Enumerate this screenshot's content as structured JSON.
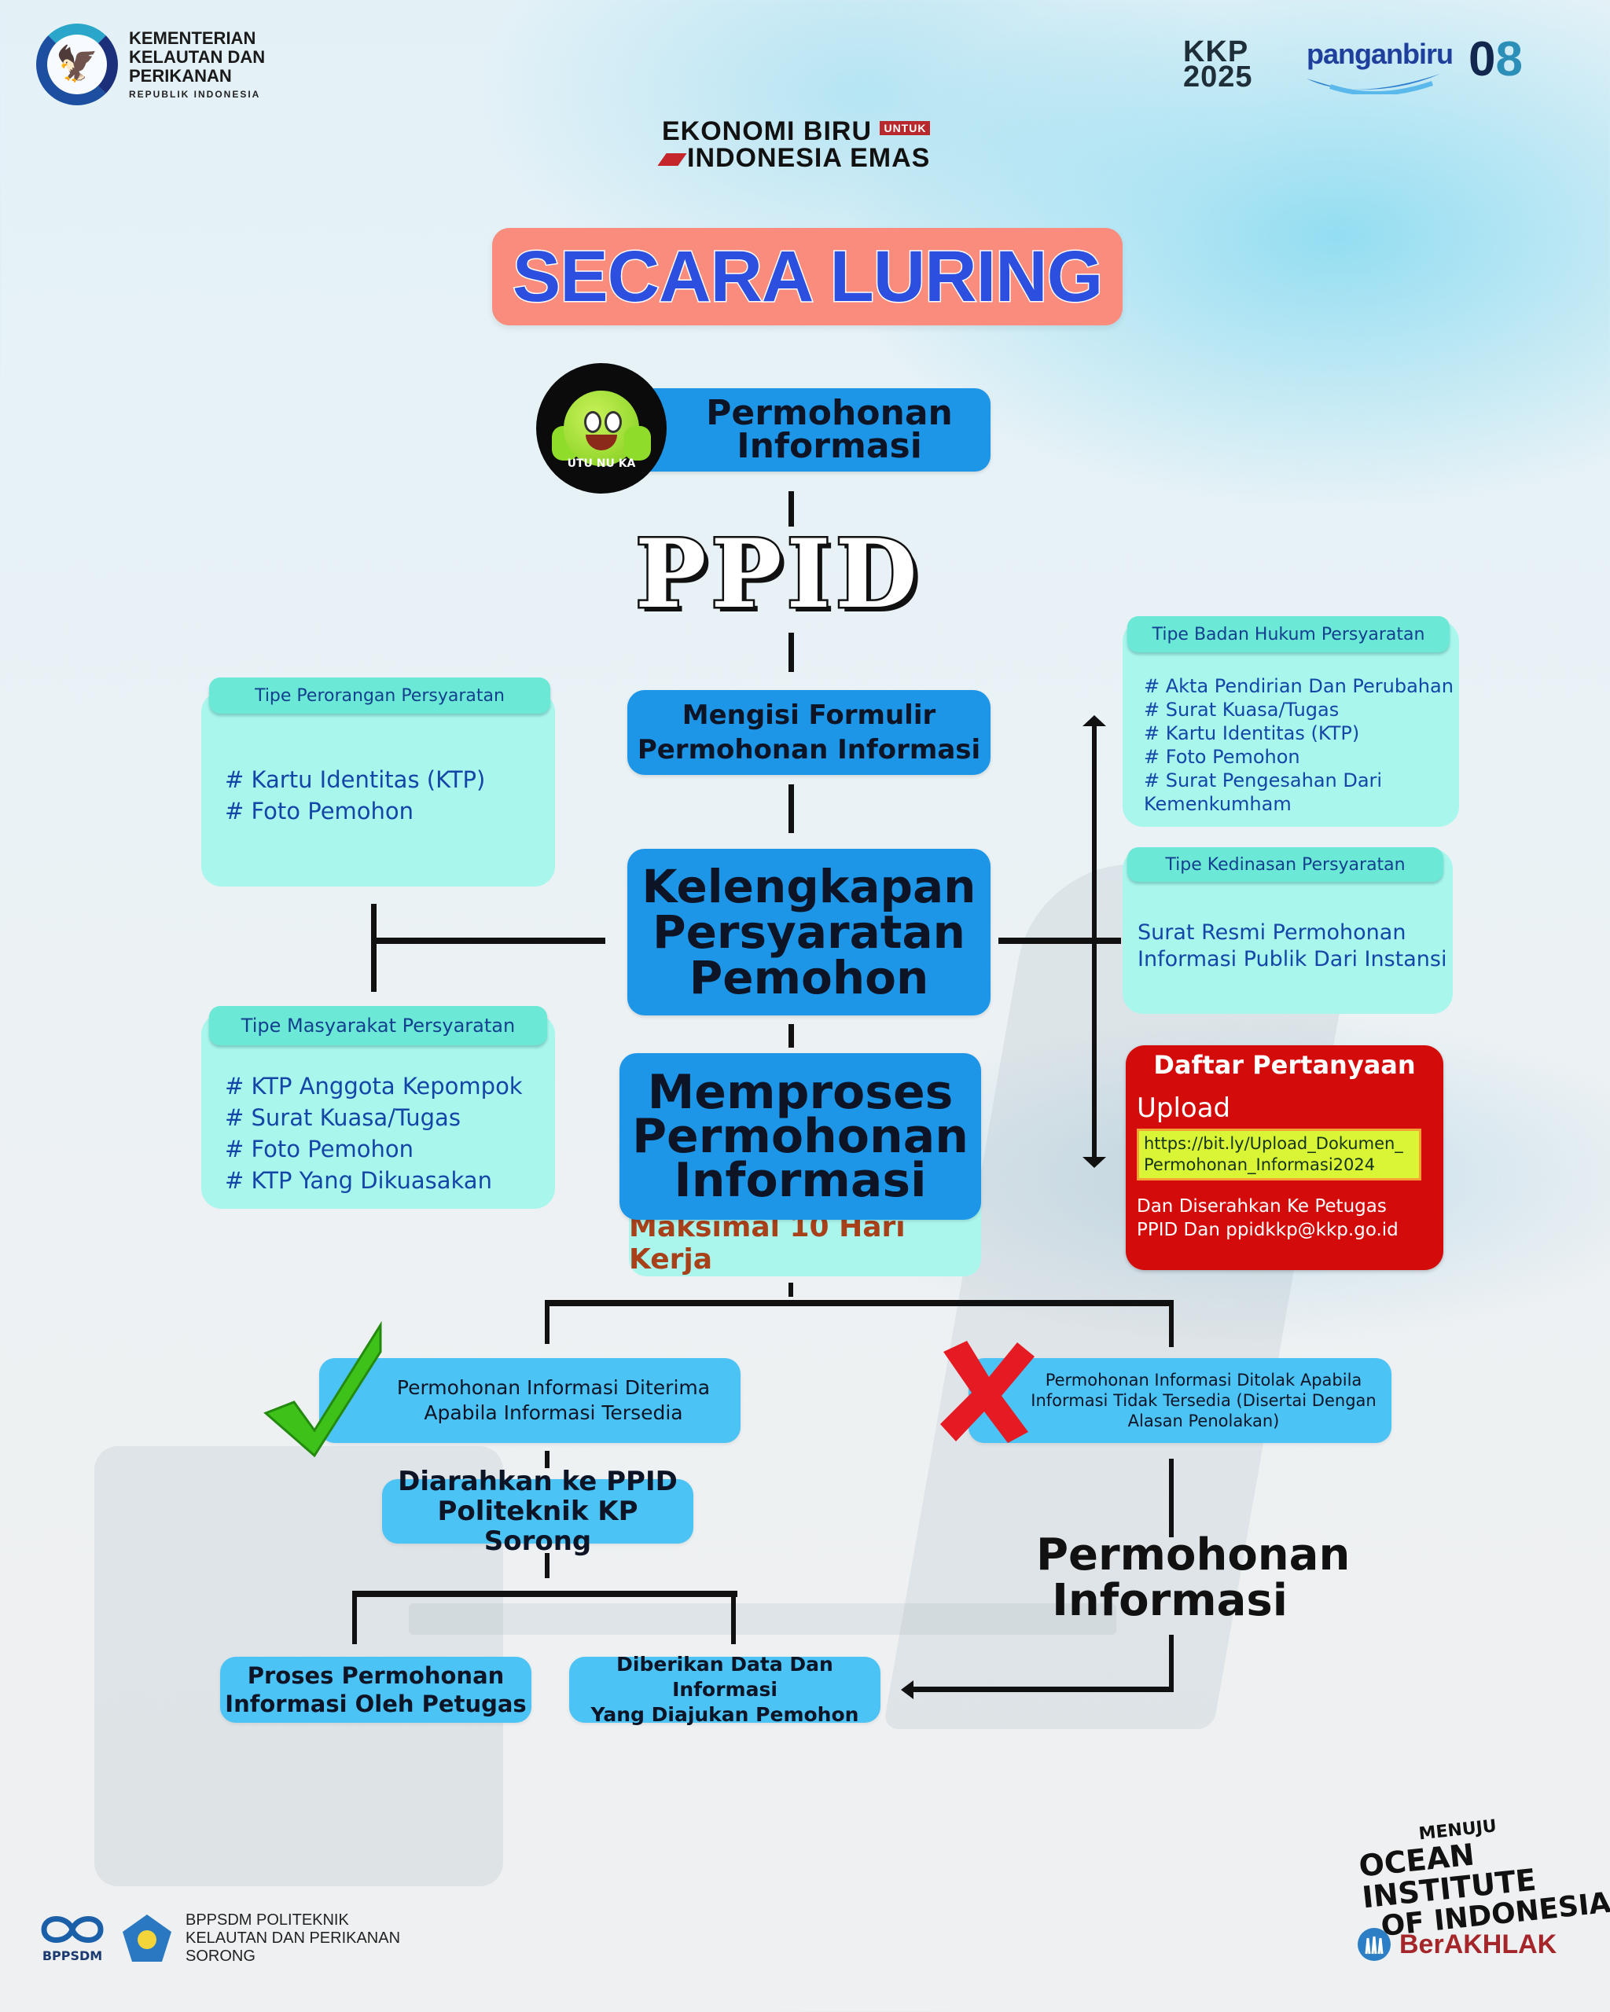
{
  "header": {
    "ministry_logo": "garuda-emblem-icon",
    "ministry_lines": [
      "KEMENTERIAN",
      "KELAUTAN DAN",
      "PERIKANAN"
    ],
    "ministry_sub": "REPUBLIK INDONESIA",
    "partner_logos": {
      "kkp_line1": "KKP",
      "kkp_line2": "2025",
      "panganbiru": "panganbiru",
      "o8_zero": "0",
      "o8_eight": "8"
    },
    "tagline": {
      "line1": "EKONOMI BIRU",
      "untuk": "UNTUK",
      "line2": "INDONESIA EMAS"
    }
  },
  "title": "SECARA LURING",
  "flow": {
    "start": {
      "mascot_label": "UTU NU KA",
      "label_line1": "Permohonan",
      "label_line2": "Informasi"
    },
    "ppid": "PPID",
    "step_form": {
      "line1": "Mengisi Formulir",
      "line2": "Permohonan Informasi"
    },
    "step_requirements": {
      "line1": "Kelengkapan",
      "line2": "Persyaratan",
      "line3": "Pemohon"
    },
    "step_process": {
      "line1": "Memproses",
      "line2": "Permohonan",
      "line3": "Informasi"
    },
    "deadline": "Maksimal 10 Hari Kerja",
    "accepted": {
      "icon": "checkmark-icon",
      "line1": "Permohonan Informasi Diterima",
      "line2": "Apabila Informasi Tersedia"
    },
    "rejected": {
      "icon": "x-cross-icon",
      "line1": "Permohonan Informasi Ditolak Apabila",
      "line2": "Informasi Tidak Tersedia (Disertai Dengan",
      "line3": "Alasan Penolakan)"
    },
    "directed": {
      "line1": "Diarahkan ke PPID",
      "line2": "Politeknik KP Sorong"
    },
    "process_by_officer": {
      "line1": "Proses Permohonan",
      "line2": "Informasi Oleh Petugas"
    },
    "data_given": {
      "line1": "Diberikan Data Dan Informasi",
      "line2": "Yang Diajukan Pemohon"
    },
    "rejected_end": {
      "line1": "Permohonan",
      "line2": "Informasi"
    }
  },
  "requirements": {
    "perorangan": {
      "title": "Tipe Perorangan Persyaratan",
      "items": [
        "# Kartu Identitas (KTP)",
        "# Foto Pemohon"
      ]
    },
    "masyarakat": {
      "title": "Tipe Masyarakat Persyaratan",
      "items": [
        "# KTP Anggota Kepompok",
        "# Surat Kuasa/Tugas",
        "# Foto Pemohon",
        "# KTP Yang Dikuasakan"
      ]
    },
    "badan_hukum": {
      "title": "Tipe Badan Hukum Persyaratan",
      "items": [
        "# Akta Pendirian Dan Perubahan",
        "# Surat Kuasa/Tugas",
        "# Kartu Identitas (KTP)",
        "# Foto Pemohon",
        "# Surat Pengesahan Dari",
        "Kemenkumham"
      ]
    },
    "kedinasan": {
      "title": "Tipe Kedinasan Persyaratan",
      "items": [
        "Surat Resmi Permohonan",
        "Informasi Publik Dari Instansi"
      ]
    }
  },
  "questions": {
    "title": "Daftar Pertanyaan",
    "upload_label": "Upload",
    "url_line1": "https://bit.ly/Upload_Dokumen_",
    "url_line2": "Permohonan_Informasi2024",
    "footer_line1": "Dan Diserahkan Ke Petugas",
    "footer_line2": "PPID Dan ppidkkp@kkp.go.id"
  },
  "footer": {
    "bppsdm_logo_text": "BPPSDM",
    "institution_lines": [
      "BPPSDM POLITEKNIK",
      "KELAUTAN DAN PERIKANAN",
      "SORONG"
    ],
    "ocean_lines": [
      "MENUJU",
      "OCEAN INSTITUTE",
      "OF INDONESIA"
    ],
    "berakhlak": "BerAKHLAK"
  },
  "colors": {
    "title_bg": "#fa8c7d",
    "title_text": "#2c4fe0",
    "flow_blue": "#1e96e8",
    "result_blue": "#4cc3f5",
    "mint": "#a8f6ec",
    "alert_red": "#d40b0b",
    "deadline_text": "#a8401a"
  }
}
